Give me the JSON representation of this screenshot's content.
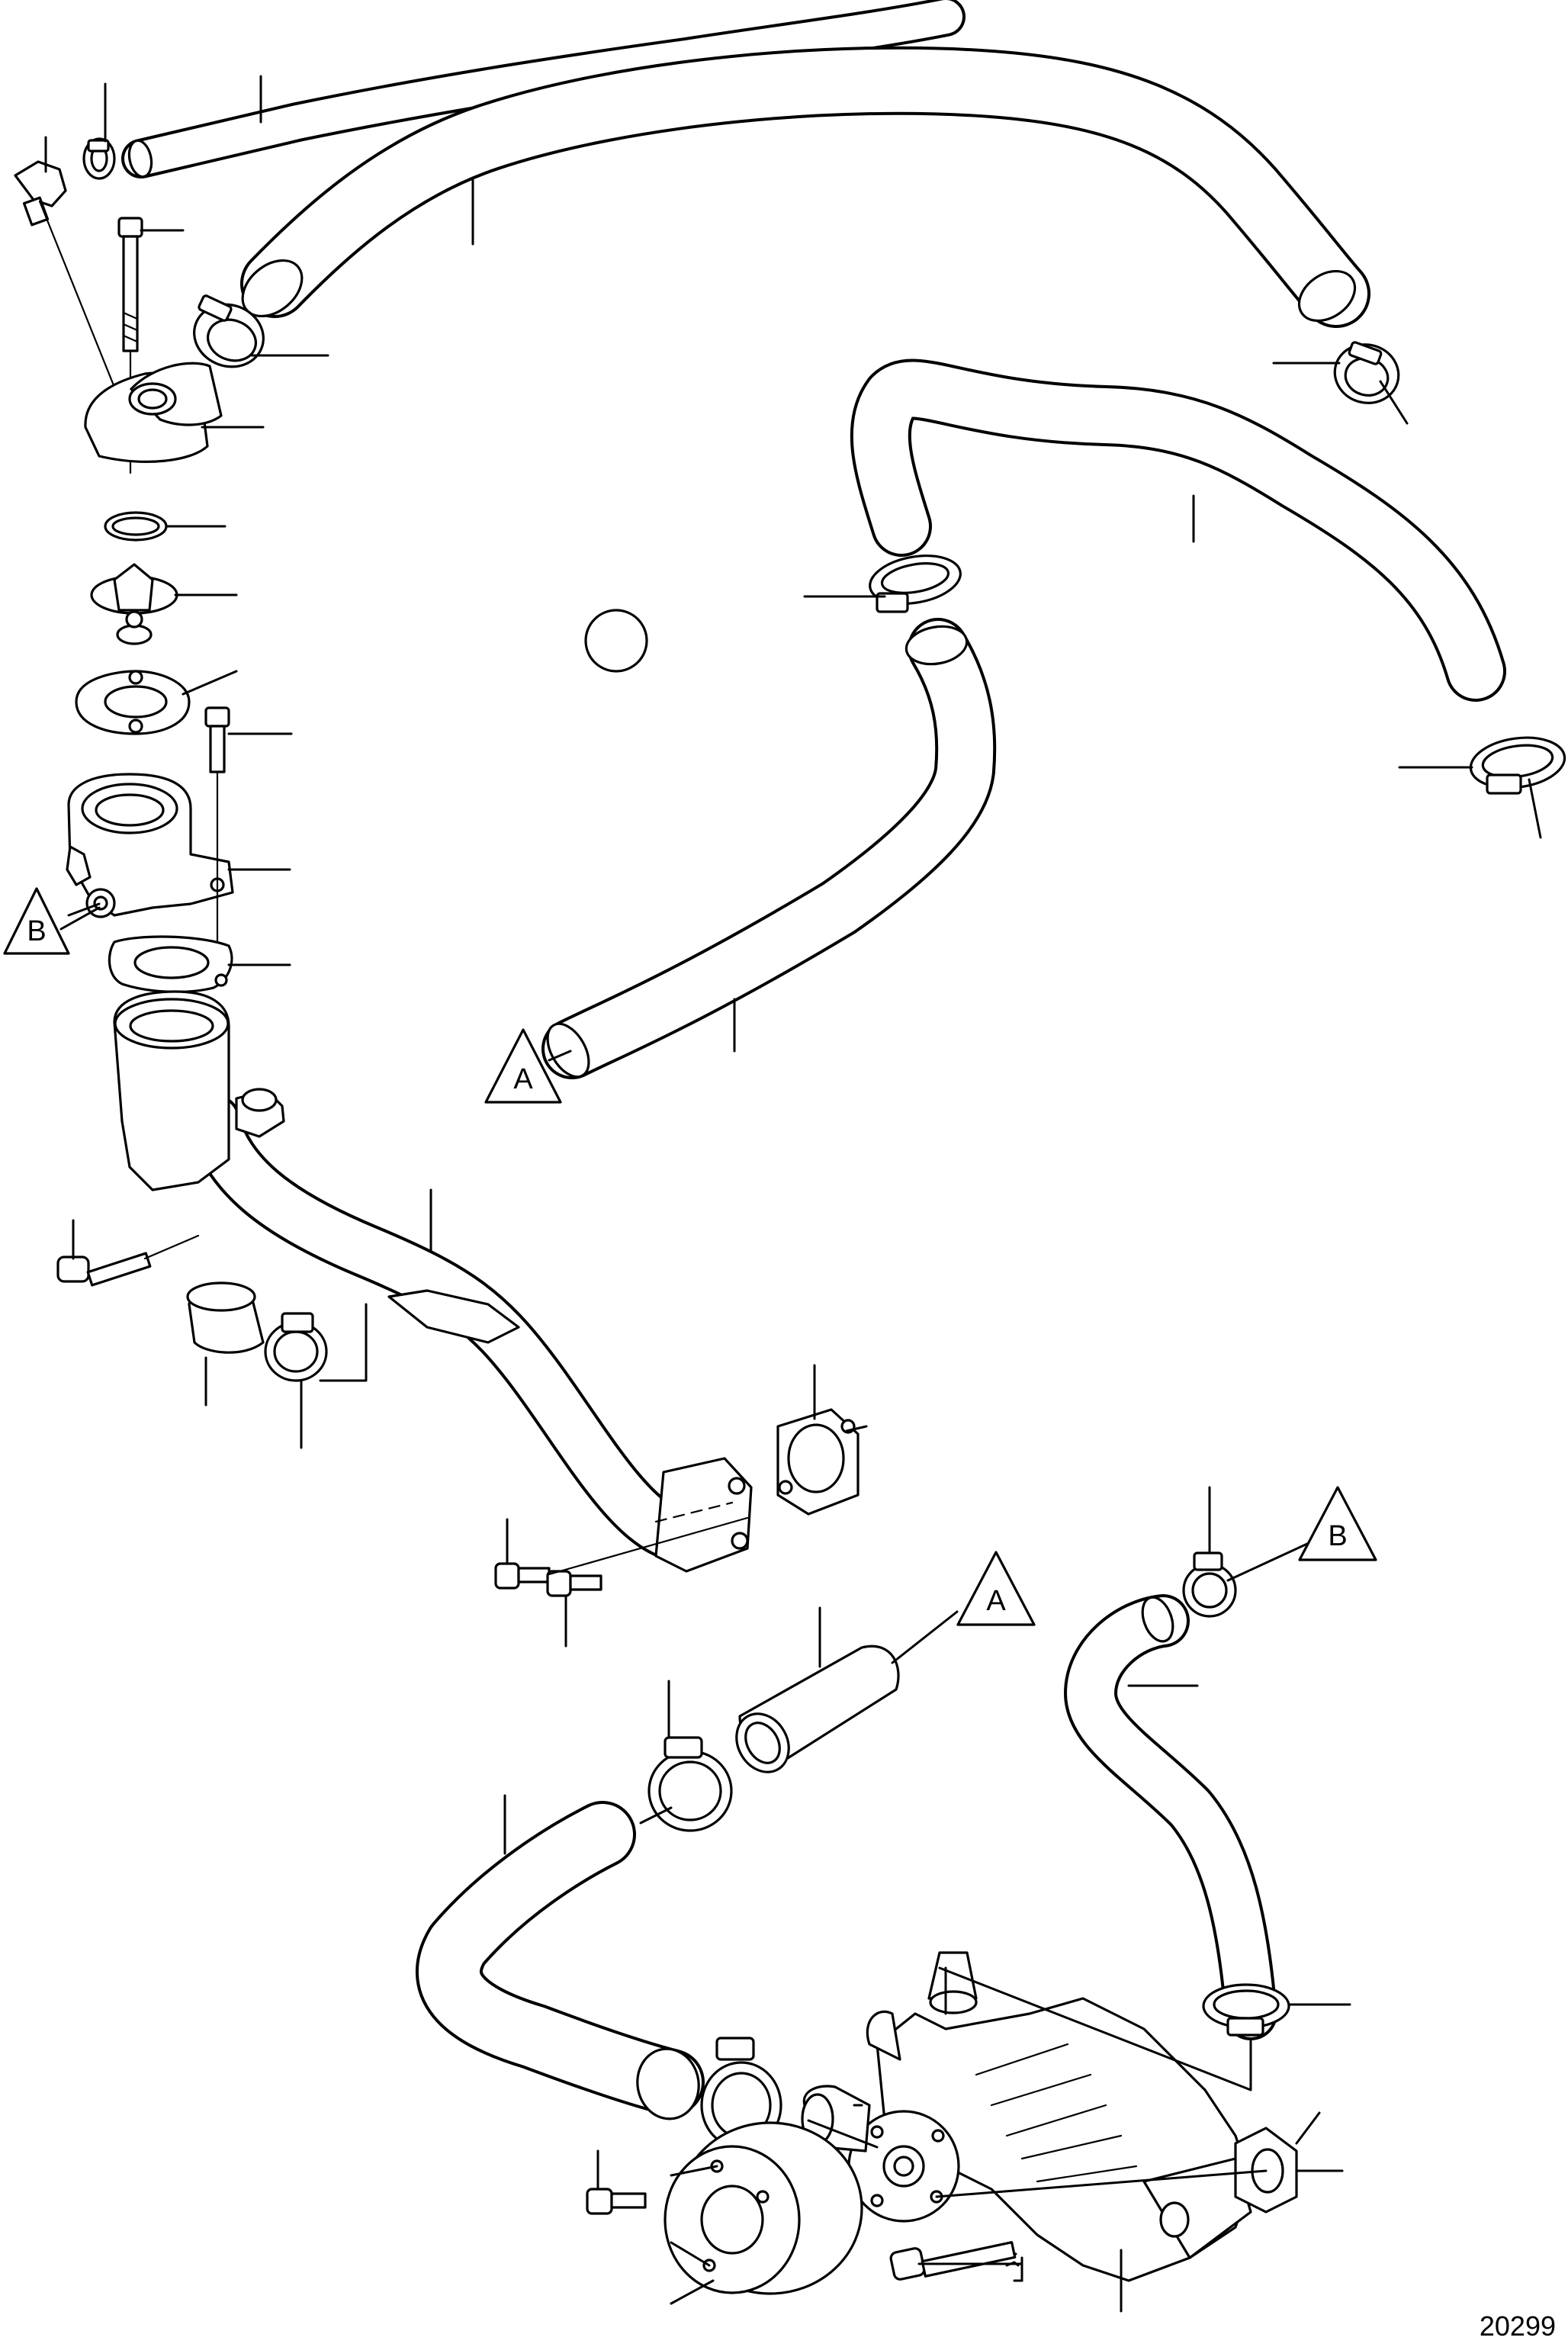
{
  "diagram": {
    "reference_markers": [
      {
        "id": "marker-b-left",
        "label": "B"
      },
      {
        "id": "marker-a-mid",
        "label": "A"
      },
      {
        "id": "marker-a-lower",
        "label": "A"
      },
      {
        "id": "marker-b-right",
        "label": "B"
      }
    ],
    "drawing_number": "20299",
    "colors": {
      "line": "#000000",
      "background": "#ffffff"
    }
  }
}
